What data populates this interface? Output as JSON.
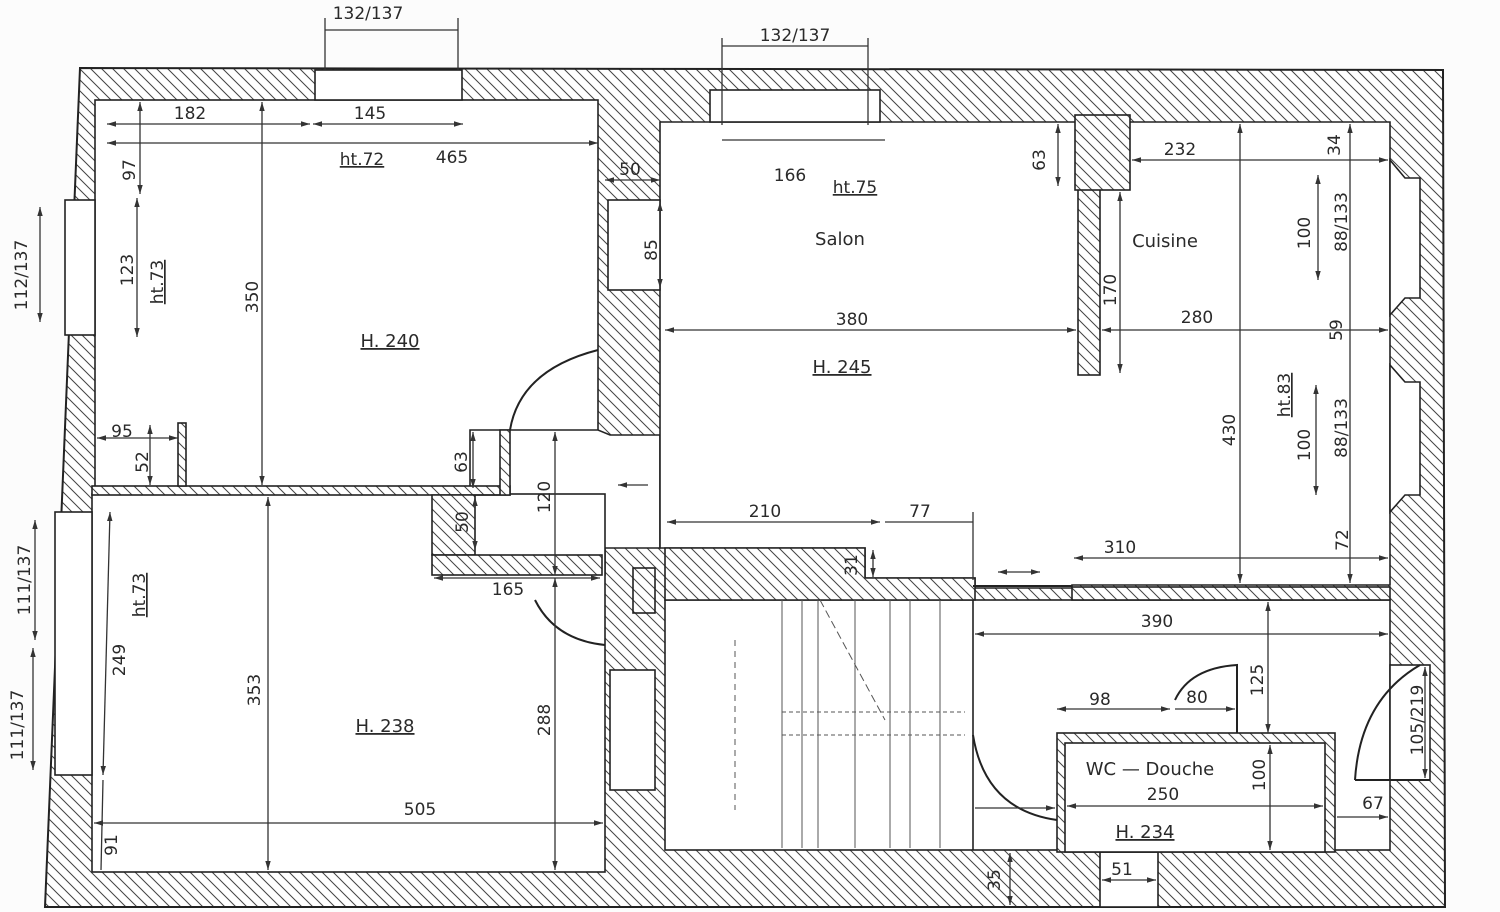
{
  "rooms": [
    {
      "name": "",
      "height_label": "H. 240",
      "sill_labels": [
        "ht.72",
        "ht.73"
      ]
    },
    {
      "name": "",
      "height_label": "H. 238",
      "sill_labels": [
        "ht.73"
      ]
    },
    {
      "name": "Salon",
      "height_label": "H. 245",
      "sill_labels": [
        "ht.75"
      ]
    },
    {
      "name": "Cuisine",
      "height_label": "",
      "sill_labels": [
        "ht.83"
      ]
    },
    {
      "name": "WC — Douche",
      "height_label": "H. 234",
      "sill_labels": []
    }
  ],
  "dimensions": {
    "top_window_1": "132/137",
    "top_window_2": "132/137",
    "d182": "182",
    "d145": "145",
    "d465": "465",
    "d97": "97",
    "d123": "123",
    "d350": "350",
    "left_window_1": "112/137",
    "d95": "95",
    "d52": "52",
    "d63a": "63",
    "d50a": "50",
    "d85": "85",
    "d166": "166",
    "d63b": "63",
    "d232": "232",
    "d34": "34",
    "d100a": "100",
    "right_window_1": "88/133",
    "d170": "170",
    "d380": "380",
    "d280": "280",
    "d59": "59",
    "d430": "430",
    "d100b": "100",
    "right_window_2": "88/133",
    "d120": "120",
    "d50b": "50",
    "d210": "210",
    "d77": "77",
    "d31": "31",
    "d310": "310",
    "d72": "72",
    "d165": "165",
    "left_window_2": "111/137",
    "d249": "249",
    "d390": "390",
    "d353": "353",
    "d125": "125",
    "d98": "98",
    "d80": "80",
    "left_window_3": "111/137",
    "right_door": "105/219",
    "d288": "288",
    "d100c": "100",
    "d250": "250",
    "d505": "505",
    "d67": "67",
    "d91": "91",
    "d35": "35",
    "d51": "51"
  },
  "colors": {
    "ink": "#222222",
    "paper": "#fcfcfc"
  }
}
